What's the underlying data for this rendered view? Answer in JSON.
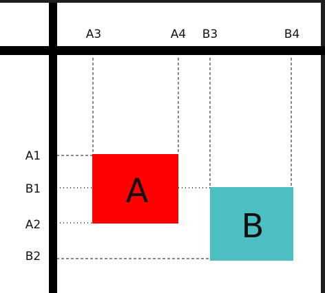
{
  "diagram": {
    "column_labels": [
      "A3",
      "A4",
      "B3",
      "B4"
    ],
    "row_labels": [
      "A1",
      "B1",
      "A2",
      "B2"
    ],
    "rect_a": {
      "label": "A",
      "color": "#ff0000"
    },
    "rect_b": {
      "label": "B",
      "color": "#4dbfc3"
    }
  }
}
